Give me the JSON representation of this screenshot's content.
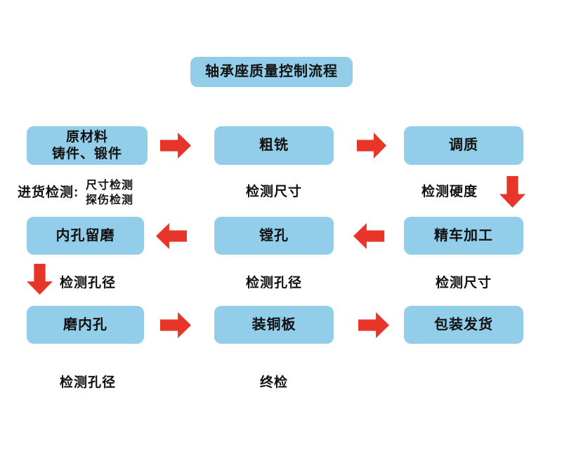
{
  "title": "轴承座质量控制流程",
  "colors": {
    "box_fill": "#92CDE9",
    "arrow_red": "#E8352A"
  },
  "row1": {
    "box1_line1": "原材料",
    "box1_line2": "铸件、锻件",
    "box2": "粗铣",
    "box3": "调质"
  },
  "row1_captions": {
    "incoming_label": "进货检测:",
    "incoming_line1": "尺寸检测",
    "incoming_line2": "探伤检测",
    "center": "检测尺寸",
    "right": "检测硬度"
  },
  "row2": {
    "box1": "内孔留磨",
    "box2": "镗孔",
    "box3": "精车加工"
  },
  "row2_captions": {
    "left": "检测孔径",
    "center": "检测孔径",
    "right": "检测尺寸"
  },
  "row3": {
    "box1": "磨内孔",
    "box2": "装铜板",
    "box3": "包装发货"
  },
  "row3_captions": {
    "left": "检测孔径",
    "center": "终检"
  }
}
